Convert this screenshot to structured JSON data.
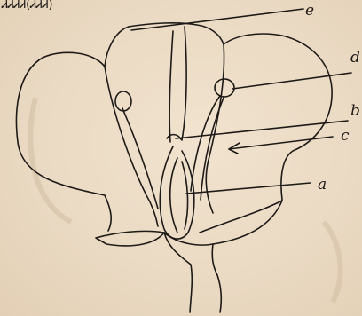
{
  "header_fragment": "ᏗᏗᏗᏗ(ᏗᏗᏗ)",
  "labels": {
    "a": "a",
    "b": "b",
    "c": "c",
    "d": "d",
    "e": "e"
  },
  "ink_color": "#1d1a17",
  "paper_color": "#ecdcc6"
}
